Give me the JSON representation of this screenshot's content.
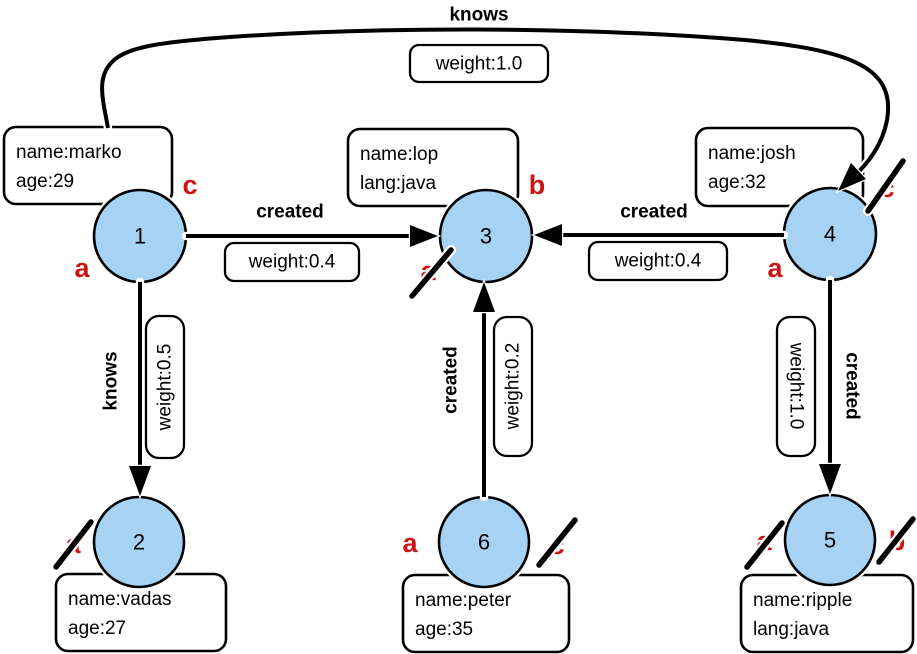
{
  "colors": {
    "node_fill": "#A6D3F3",
    "node_stroke": "#000000",
    "marker_red": "#CC1414",
    "edge": "#000000",
    "box_fill": "#FFFFFF"
  },
  "nodes": [
    {
      "number": "1",
      "prop1": "name:marko",
      "prop2": "age:29"
    },
    {
      "number": "2",
      "prop1": "name:vadas",
      "prop2": "age:27"
    },
    {
      "number": "3",
      "prop1": "name:lop",
      "prop2": "lang:java"
    },
    {
      "number": "4",
      "prop1": "name:josh",
      "prop2": "age:32"
    },
    {
      "number": "5",
      "prop1": "name:ripple",
      "prop2": "lang:java"
    },
    {
      "number": "6",
      "prop1": "name:peter",
      "prop2": "age:35"
    }
  ],
  "edges": [
    {
      "label": "knows",
      "weight": "weight:1.0",
      "from": "1",
      "to": "4"
    },
    {
      "label": "created",
      "weight": "weight:0.4",
      "from": "1",
      "to": "3"
    },
    {
      "label": "created",
      "weight": "weight:0.4",
      "from": "4",
      "to": "3"
    },
    {
      "label": "knows",
      "weight": "weight:0.5",
      "from": "1",
      "to": "2"
    },
    {
      "label": "created",
      "weight": "weight:0.2",
      "from": "6",
      "to": "3"
    },
    {
      "label": "created",
      "weight": "weight:1.0",
      "from": "4",
      "to": "5"
    }
  ],
  "markers": [
    {
      "letter": "c",
      "node": "1",
      "struck": false
    },
    {
      "letter": "a",
      "node": "1",
      "struck": false
    },
    {
      "letter": "b",
      "node": "3",
      "struck": false
    },
    {
      "letter": "a",
      "node": "3",
      "struck": true
    },
    {
      "letter": "c",
      "node": "4",
      "struck": true
    },
    {
      "letter": "a",
      "node": "4",
      "struck": false
    },
    {
      "letter": "a",
      "node": "2",
      "struck": true
    },
    {
      "letter": "a",
      "node": "6",
      "struck": false
    },
    {
      "letter": "c",
      "node": "6",
      "struck": true
    },
    {
      "letter": "a",
      "node": "5",
      "struck": true
    },
    {
      "letter": "b",
      "node": "5",
      "struck": true
    }
  ]
}
